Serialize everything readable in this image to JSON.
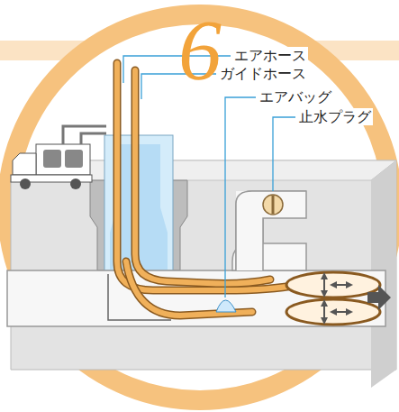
{
  "diagram": {
    "labels": [
      "6",
      "エアホース",
      "ガイドホース",
      "エアバッグ",
      "止水プラグ"
    ]
  }
}
